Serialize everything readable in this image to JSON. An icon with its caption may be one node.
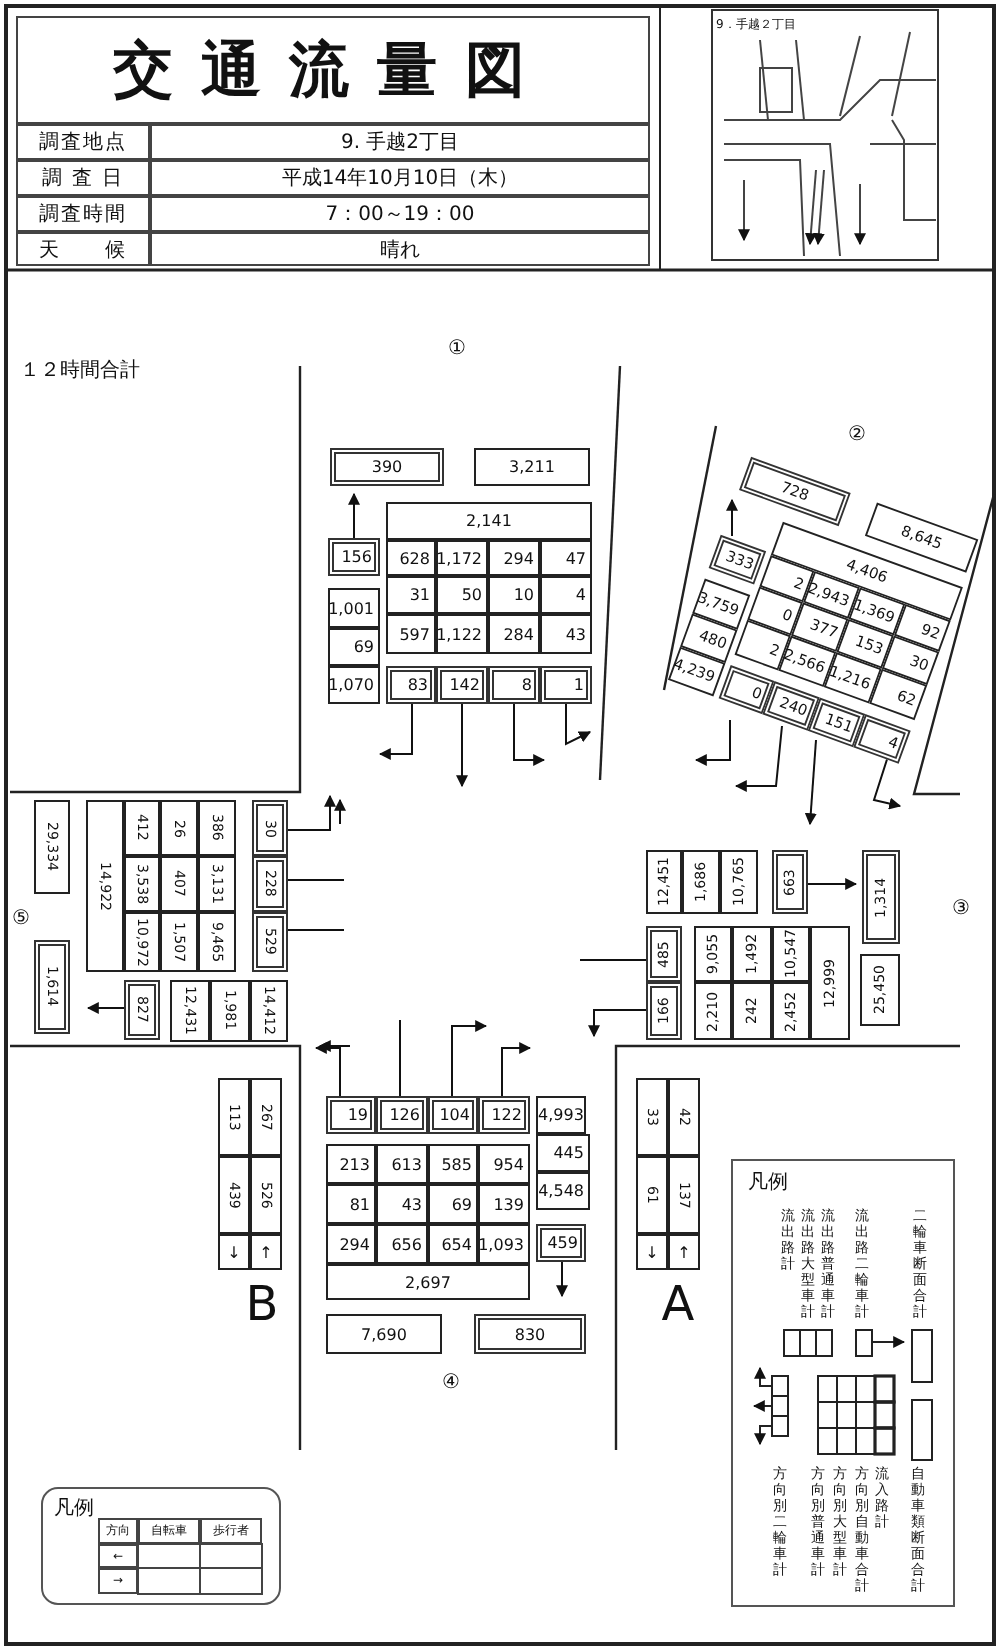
{
  "diagram": {
    "title": "交通流量図",
    "labels": [
      "調査地点",
      "9. 手越2丁目",
      "調 査 日",
      "平成14年10月10日（木）",
      "調査時間",
      "7：00～19：00",
      "天　　候",
      "晴れ",
      "9．手越２丁目",
      "１２時間合計",
      "①",
      "390",
      "3,211",
      "2,141",
      "156",
      "628",
      "1,172",
      "294",
      "47",
      "31",
      "50",
      "10",
      "4",
      "597",
      "1,122",
      "284",
      "43",
      "1,001",
      "69",
      "1,070",
      "83",
      "142",
      "8",
      "1",
      "②",
      "728",
      "8,645",
      "4,406",
      "333",
      "2",
      "2,943",
      "1,369",
      "92",
      "0",
      "377",
      "153",
      "30",
      "2",
      "2,566",
      "1,216",
      "62",
      "3,759",
      "480",
      "4,239",
      "0",
      "240",
      "151",
      "4",
      "12,451",
      "1,686",
      "10,765",
      "663",
      "1,314",
      "③",
      "485",
      "166",
      "9,055",
      "1,492",
      "10,547",
      "12,999",
      "2,210",
      "242",
      "2,452",
      "25,450",
      "29,334",
      "14,922",
      "412",
      "26",
      "386",
      "3,538",
      "407",
      "3,131",
      "10,972",
      "1,507",
      "9,465",
      "30",
      "228",
      "529",
      "⑤",
      "1,614",
      "827",
      "12,431",
      "1,981",
      "14,412",
      "19",
      "126",
      "104",
      "122",
      "4,993",
      "213",
      "613",
      "585",
      "954",
      "445",
      "4,548",
      "81",
      "43",
      "69",
      "139",
      "294",
      "656",
      "654",
      "1,093",
      "459",
      "2,697",
      "7,690",
      "830",
      "④",
      "113",
      "267",
      "439",
      "526",
      "↓",
      "↑",
      "B",
      "33",
      "42",
      "61",
      "137",
      "↓",
      "↑",
      "A",
      "凡例",
      "流出路計",
      "流出路大型車計",
      "流出路普通車計",
      "流出路二輪車計",
      "二輪車断面合計",
      "方向別二輪車計",
      "方向別普通車計",
      "方向別大型車計",
      "方向別自動車合計",
      "流入路計",
      "自動車類断面合計",
      "凡例",
      "方向",
      "自転車",
      "歩行者",
      "←",
      "→"
    ]
  }
}
